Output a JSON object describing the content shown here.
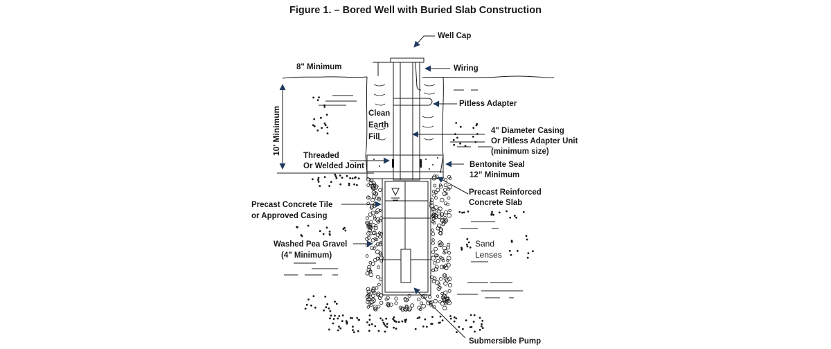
{
  "figure": {
    "title": "Figure 1. – Bored Well with Buried Slab Construction"
  },
  "labels": {
    "well_cap": "Well Cap",
    "wiring": "Wiring",
    "eight_inch_minimum": "8\" Minimum",
    "pitless_adapter": "Pitless Adapter",
    "ten_ft_minimum": "10' Minimum",
    "clean_earth_fill": [
      "Clean",
      "Earth",
      "Fill"
    ],
    "casing": [
      "4\" Diameter Casing",
      "Or Pitless Adapter Unit",
      "(minimum size)"
    ],
    "threaded_joint": [
      "Threaded",
      "Or Welded Joint"
    ],
    "bentonite_seal": [
      "Bentonite Seal",
      "12” Minimum"
    ],
    "precast_slab": [
      "Precast Reinforced",
      "Concrete Slab"
    ],
    "precast_tile": [
      "Precast Concrete Tile",
      "or Approved Casing"
    ],
    "pea_gravel": [
      "Washed Pea Gravel",
      "(4\" Minimum)"
    ],
    "sand_lenses": [
      "Sand",
      "Lenses"
    ],
    "submersible_pump": "Submersible Pump"
  },
  "colors": {
    "arrow": "#1f3a5f",
    "line": "#1a1a1a"
  }
}
